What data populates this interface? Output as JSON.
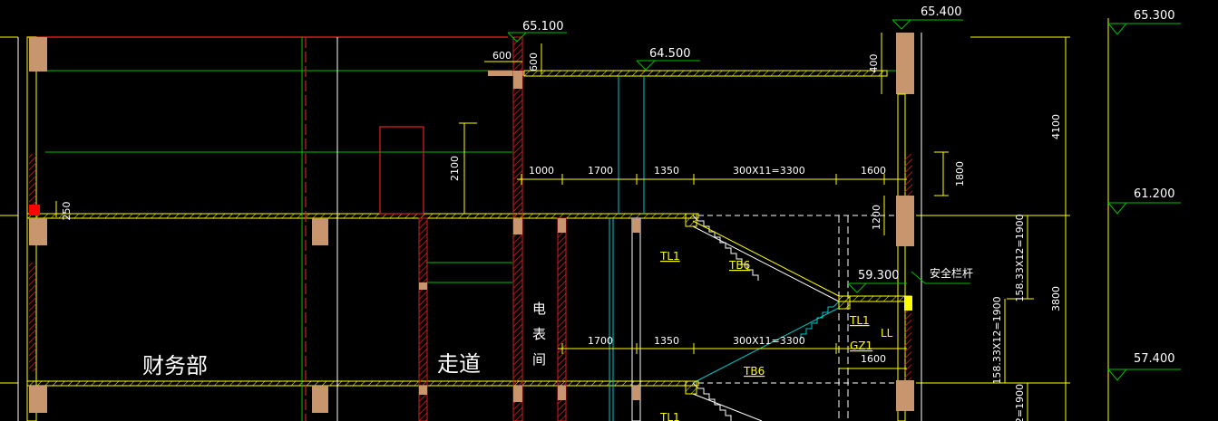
{
  "colors": {
    "background": "#000000",
    "yellow": "#ffff00",
    "white": "#ffffff",
    "green": "#00c000",
    "red": "#d02020",
    "cyan": "#00c8c8",
    "tan": "#c8966e",
    "dim_green": "#4caf50"
  },
  "elevations": {
    "e65100": "65.100",
    "e65400": "65.400",
    "e65300": "65.300",
    "e64500": "64.500",
    "e61200": "61.200",
    "e59300": "59.300",
    "e57400": "57.400"
  },
  "dimensions": {
    "d600_h": "600",
    "d600_v": "600",
    "d400": "400",
    "d4100": "4100",
    "d2100": "2100",
    "d1000": "1000",
    "d1700_top": "1700",
    "d1350_top": "1350",
    "d3300_top": "300X11=3300",
    "d1600_top": "1600",
    "d1800": "1800",
    "d1200": "1200",
    "d250": "250",
    "d1700_bot": "1700",
    "d1350_bot": "1350",
    "d3300_bot": "300X11=3300",
    "d1600_bot": "1600",
    "d3800": "3800",
    "riser_a": "158.33X12=1900",
    "riser_b": "158.33X12=1900",
    "riser_c": "2=1900"
  },
  "labels": {
    "tl1_a": "TL1",
    "tb6_a": "TB6",
    "tl1_b": "TL1",
    "gz1": "GZ1",
    "ll": "LL",
    "tb6_b": "TB6",
    "tl1_c": "TL1",
    "railing": "安全栏杆"
  },
  "rooms": {
    "finance": "财务部",
    "corridor": "走道",
    "meter_1": "电",
    "meter_2": "表",
    "meter_3": "间"
  }
}
